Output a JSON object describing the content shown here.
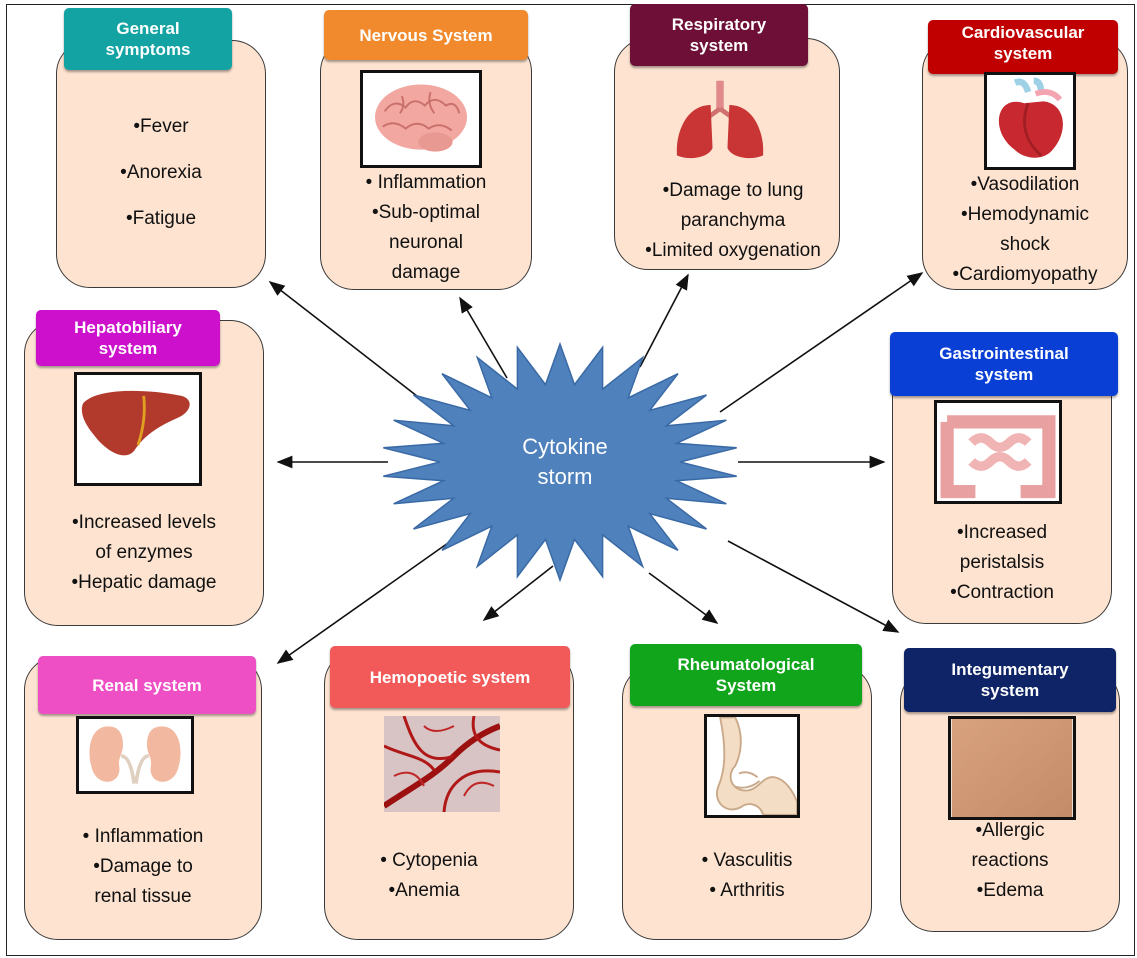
{
  "center": {
    "line1": "Cytokine",
    "line2": "storm"
  },
  "boxes": {
    "general": {
      "title1": "General",
      "title2": "symptoms",
      "items": [
        "•Fever",
        "•Anorexia",
        "•Fatigue"
      ]
    },
    "nervous": {
      "title1": "Nervous System",
      "items": [
        "• Inflammation",
        "•Sub-optimal",
        "neuronal",
        "damage"
      ]
    },
    "respiratory": {
      "title1": "Respiratory",
      "title2": "system",
      "items": [
        "•Damage to lung",
        "paranchyma",
        "•Limited oxygenation"
      ]
    },
    "cardio": {
      "title1": "Cardiovascular",
      "title2": "system",
      "items": [
        "•Vasodilation",
        "•Hemodynamic",
        "shock",
        "•Cardiomyopathy"
      ]
    },
    "hepato": {
      "title1": "Hepatobiliary",
      "title2": "system",
      "items": [
        "•Increased levels",
        "of enzymes",
        "•Hepatic damage"
      ]
    },
    "gastro": {
      "title1": "Gastrointestinal",
      "title2": "system",
      "items": [
        "•Increased",
        "peristalsis",
        "•Contraction"
      ]
    },
    "renal": {
      "title1": "Renal system",
      "items": [
        "• Inflammation",
        "•Damage to",
        "renal tissue"
      ]
    },
    "hemo": {
      "title1": "Hemopoetic system",
      "items": [
        "• Cytopenia",
        "•Anemia"
      ]
    },
    "rheum": {
      "title1": "Rheumatological",
      "title2": "System",
      "items": [
        "• Vasculitis",
        "• Arthritis"
      ]
    },
    "integ": {
      "title1": "Integumentary",
      "title2": "system",
      "items": [
        "•Allergic",
        "reactions",
        "•Edema"
      ]
    }
  },
  "colors": {
    "general": "#14a3a3",
    "nervous": "#f08a2c",
    "respiratory": "#6d0f37",
    "cardio": "#c00000",
    "hepato": "#cc10cc",
    "gastro": "#0a3fd6",
    "renal": "#ee4fc4",
    "hemo": "#f25a5a",
    "rheum": "#11a51c",
    "integ": "#0e2466",
    "card_fill": "#fde3d0",
    "storm_fill": "#4f81bd"
  }
}
